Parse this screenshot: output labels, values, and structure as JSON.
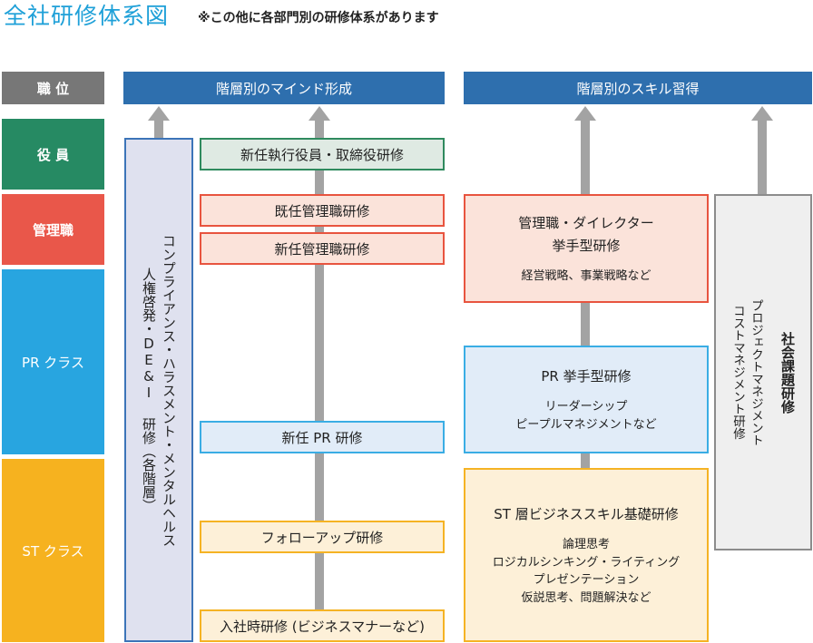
{
  "title": "全社研修体系図",
  "note": "※この他に各部門別の研修体系があります",
  "positions": {
    "header": "職 位",
    "levels": [
      {
        "label": "役 員"
      },
      {
        "label": "管理職"
      },
      {
        "label": "PR クラス"
      },
      {
        "label": "ST クラス"
      }
    ]
  },
  "mindset": {
    "header": "階層別のマインド形成",
    "cross_level_program": {
      "lines": [
        "コンプライアンス・ハラスメント・メンタルヘルス",
        "人権啓発・DE&I 研修（各階層）"
      ]
    },
    "programs": [
      {
        "label": "新任執行役員・取締役研修",
        "level": "役員"
      },
      {
        "label": "既任管理職研修",
        "level": "管理職"
      },
      {
        "label": "新任管理職研修",
        "level": "管理職"
      },
      {
        "label": "新任 PR 研修",
        "level": "PR クラス"
      },
      {
        "label": "フォローアップ研修",
        "level": "ST クラス"
      },
      {
        "label": "入社時研修 (ビジネスマナーなど)",
        "level": "ST クラス"
      }
    ]
  },
  "skills": {
    "header": "階層別のスキル習得",
    "programs": [
      {
        "title_lines": [
          "管理職・ダイレクター",
          "挙手型研修"
        ],
        "details": [
          "経営戦略、事業戦略など"
        ],
        "level": "管理職"
      },
      {
        "title_lines": [
          "PR 挙手型研修"
        ],
        "details": [
          "リーダーシップ",
          "ピープルマネジメントなど"
        ],
        "level": "PR クラス"
      },
      {
        "title_lines": [
          "ST 層ビジネススキル基礎研修"
        ],
        "details": [
          "論理思考",
          "ロジカルシンキング・ライティング",
          "プレゼンテーション",
          "仮説思考、問題解決など"
        ],
        "level": "ST クラス"
      }
    ],
    "cross_level_program": {
      "title": "社会課題研修",
      "lines": [
        "プロジェクトマネジメント",
        "コストマネジメント研修"
      ]
    }
  },
  "colors": {
    "title": "#1ea0d8",
    "header_bar": "#2e6fae",
    "position_header": "#777777",
    "exec": "#268a63",
    "manager": "#e9574a",
    "pr_class": "#28a5e0",
    "st_class": "#f6b21f",
    "arrow": "#a3a3a3"
  }
}
